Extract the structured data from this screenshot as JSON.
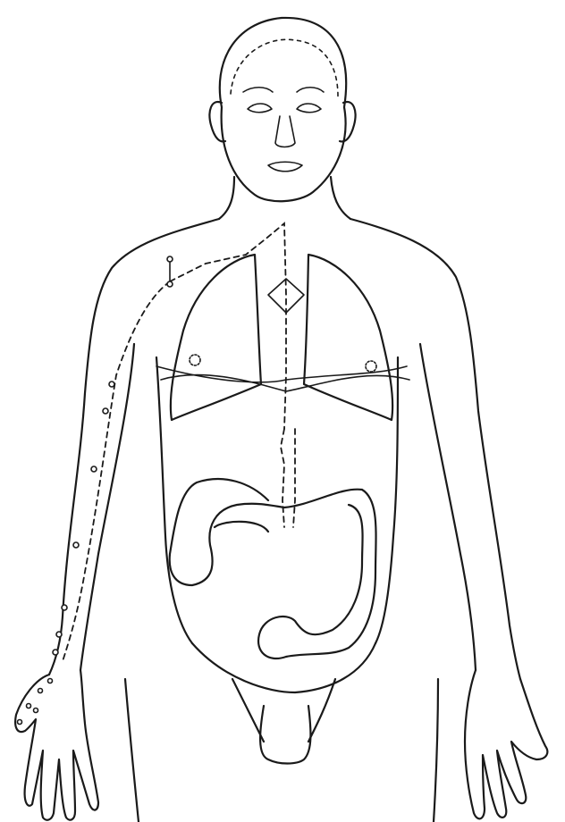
{
  "figure": {
    "subject": "male-torso-front",
    "ink_color": "#1a1a1a",
    "background": "#ffffff"
  },
  "acupoints": {
    "right_hand_count": 14,
    "nipple_markers": 2
  }
}
